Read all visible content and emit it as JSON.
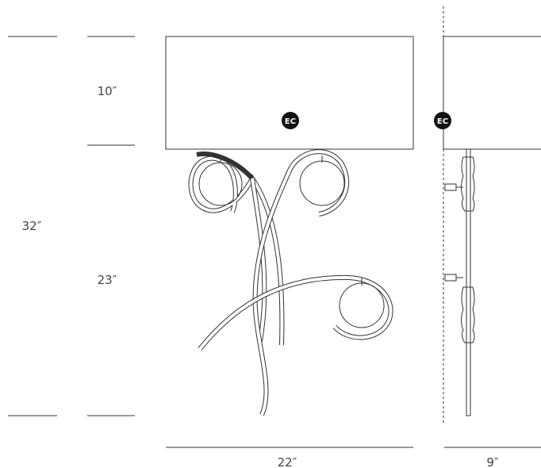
{
  "dimensions": {
    "total_height": "32″",
    "shade_height": "10″",
    "arm_height": "23″",
    "width": "22″",
    "depth": "9″"
  },
  "badges": {
    "front": "EC",
    "side": "EC"
  },
  "colors": {
    "line": "#333333",
    "text": "#444444",
    "badge": "#111111",
    "background": "#ffffff"
  }
}
